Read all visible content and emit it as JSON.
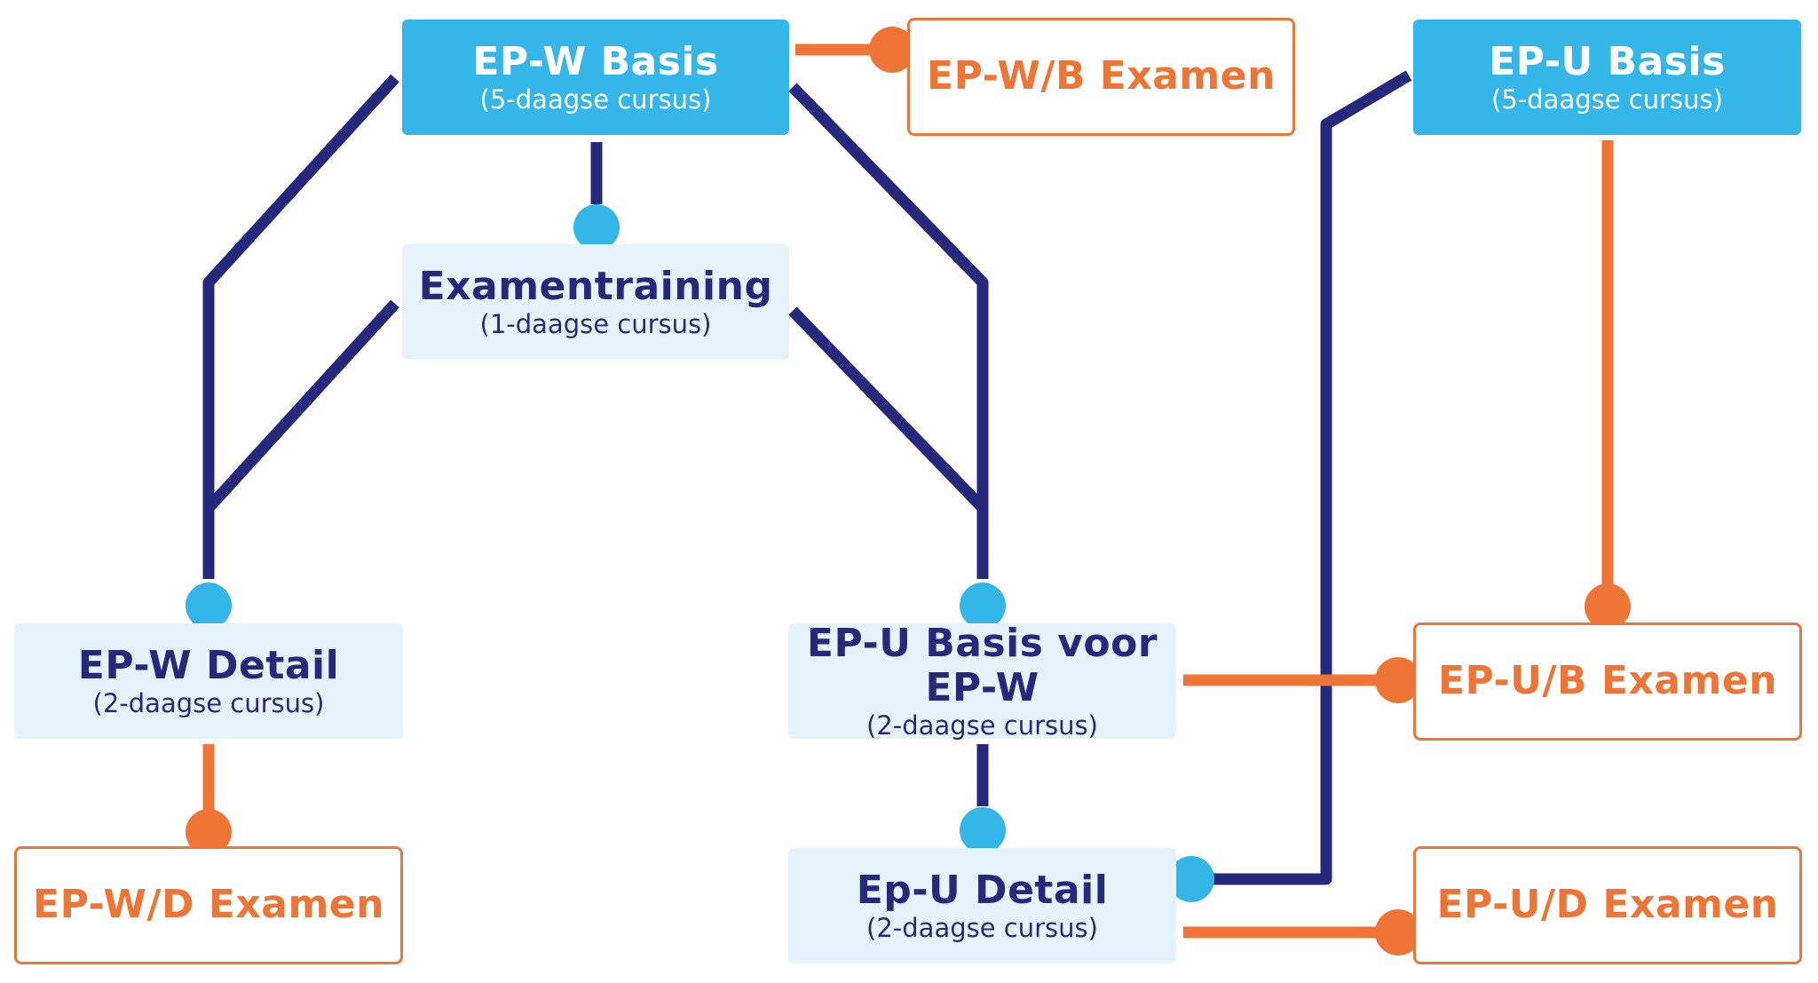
{
  "colors": {
    "navy": "#26287c",
    "light_blue": "#34b7e8",
    "pale_blue": "#e7f3fc",
    "orange": "#ef7537"
  },
  "nodes": {
    "epw_basis": {
      "title": "EP-W Basis",
      "subtitle": "(5-daagse cursus)"
    },
    "epwb_examen": {
      "title": "EP-W/B Examen"
    },
    "epu_basis": {
      "title": "EP-U Basis",
      "subtitle": "(5-daagse cursus)"
    },
    "examentraining": {
      "title": "Examentraining",
      "subtitle": "(1-daagse cursus)"
    },
    "epw_detail": {
      "title": "EP-W Detail",
      "subtitle": "(2-daagse cursus)"
    },
    "epu_basis_voor_epw": {
      "title": "EP-U Basis voor EP-W",
      "subtitle": "(2-daagse cursus)"
    },
    "epub_examen": {
      "title": "EP-U/B Examen"
    },
    "epwd_examen": {
      "title": "EP-W/D Examen"
    },
    "epu_detail": {
      "title": "Ep-U Detail",
      "subtitle": "(2-daagse cursus)"
    },
    "epud_examen": {
      "title": "EP-U/D Examen"
    }
  }
}
